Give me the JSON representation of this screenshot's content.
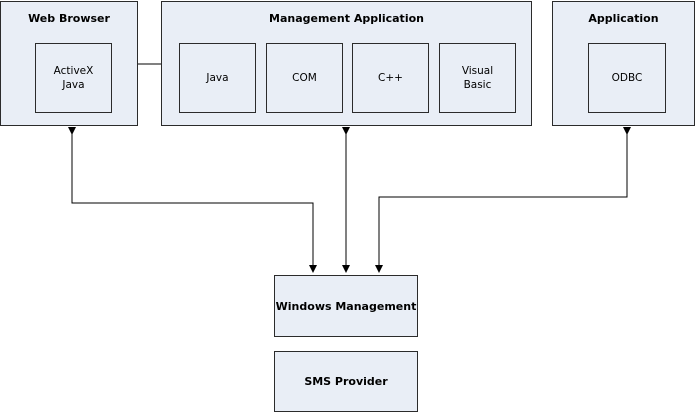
{
  "diagram": {
    "web_browser": {
      "title": "Web Browser",
      "inner": "ActiveX\nJava"
    },
    "management_application": {
      "title": "Management Application",
      "components": [
        "Java",
        "COM",
        "C++",
        "Visual\nBasic"
      ]
    },
    "application": {
      "title": "Application",
      "inner": "ODBC"
    },
    "windows_management": {
      "title": "Windows Management"
    },
    "sms_provider": {
      "title": "SMS Provider"
    },
    "colors": {
      "box_fill": "#e9eef6",
      "line": "#000000"
    }
  }
}
